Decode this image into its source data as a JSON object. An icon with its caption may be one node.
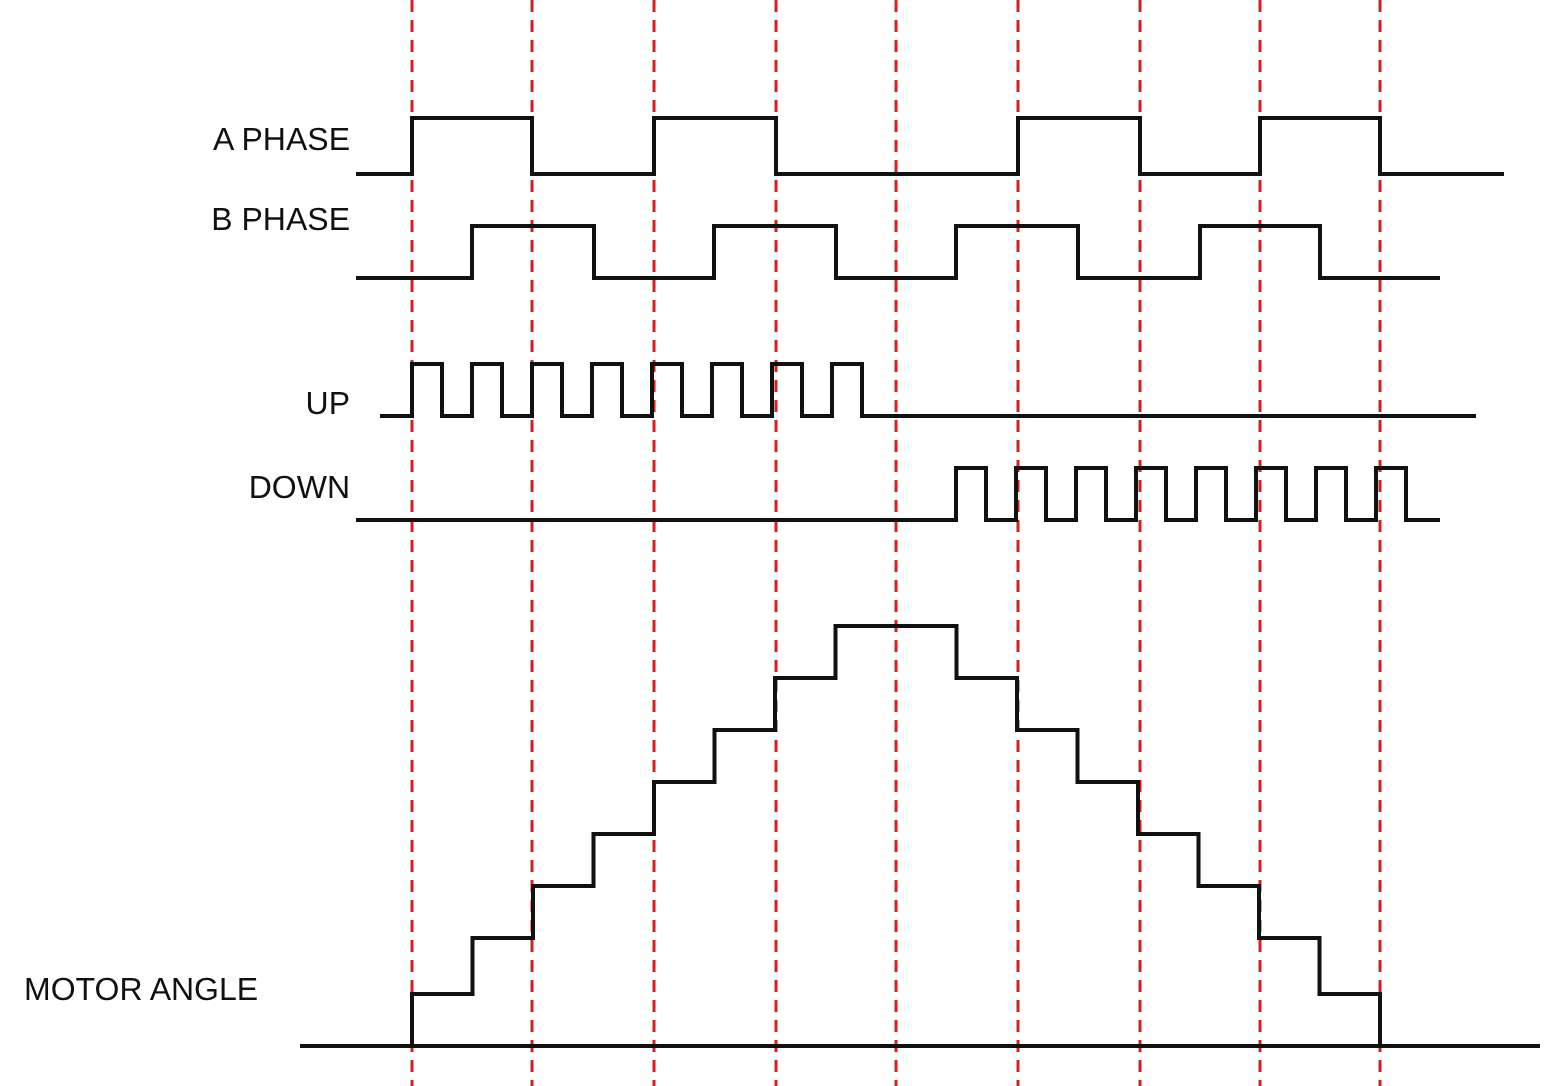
{
  "diagram": {
    "labels": [
      "A PHASE",
      "B PHASE",
      "UP",
      "DOWN",
      "MOTOR ANGLE"
    ]
  }
}
